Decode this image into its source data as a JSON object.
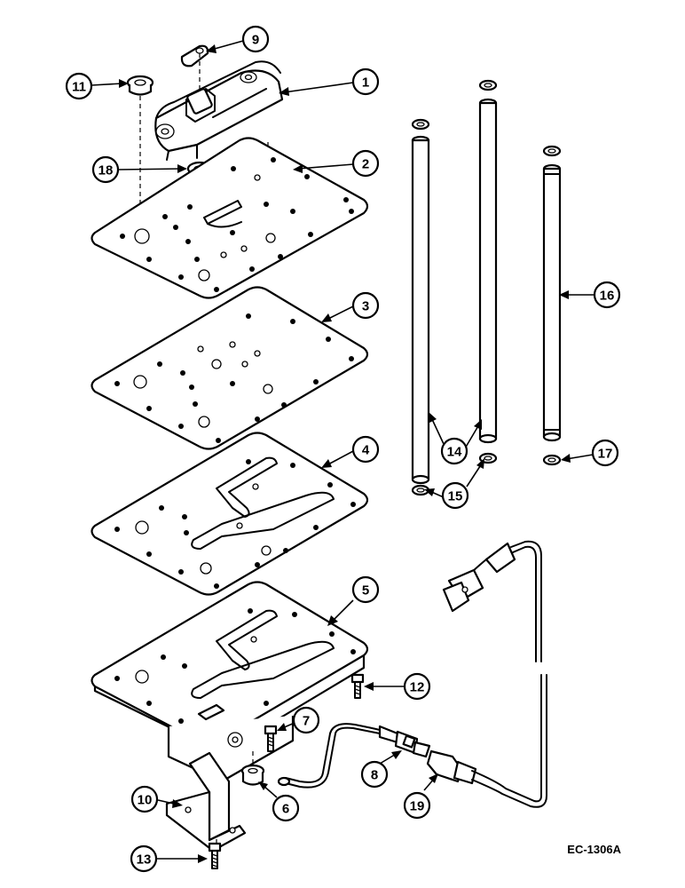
{
  "callouts": [
    {
      "id": "c1",
      "label": "1"
    },
    {
      "id": "c2",
      "label": "2"
    },
    {
      "id": "c3",
      "label": "3"
    },
    {
      "id": "c4",
      "label": "4"
    },
    {
      "id": "c5",
      "label": "5"
    },
    {
      "id": "c6",
      "label": "6"
    },
    {
      "id": "c7",
      "label": "7"
    },
    {
      "id": "c8",
      "label": "8"
    },
    {
      "id": "c9",
      "label": "9"
    },
    {
      "id": "c10",
      "label": "10"
    },
    {
      "id": "c11",
      "label": "11"
    },
    {
      "id": "c12",
      "label": "12"
    },
    {
      "id": "c13",
      "label": "13"
    },
    {
      "id": "c14",
      "label": "14"
    },
    {
      "id": "c15",
      "label": "15"
    },
    {
      "id": "c16",
      "label": "16"
    },
    {
      "id": "c17",
      "label": "17"
    },
    {
      "id": "c18",
      "label": "18"
    },
    {
      "id": "c19",
      "label": "19"
    }
  ],
  "figure_code": "EC-1306A"
}
